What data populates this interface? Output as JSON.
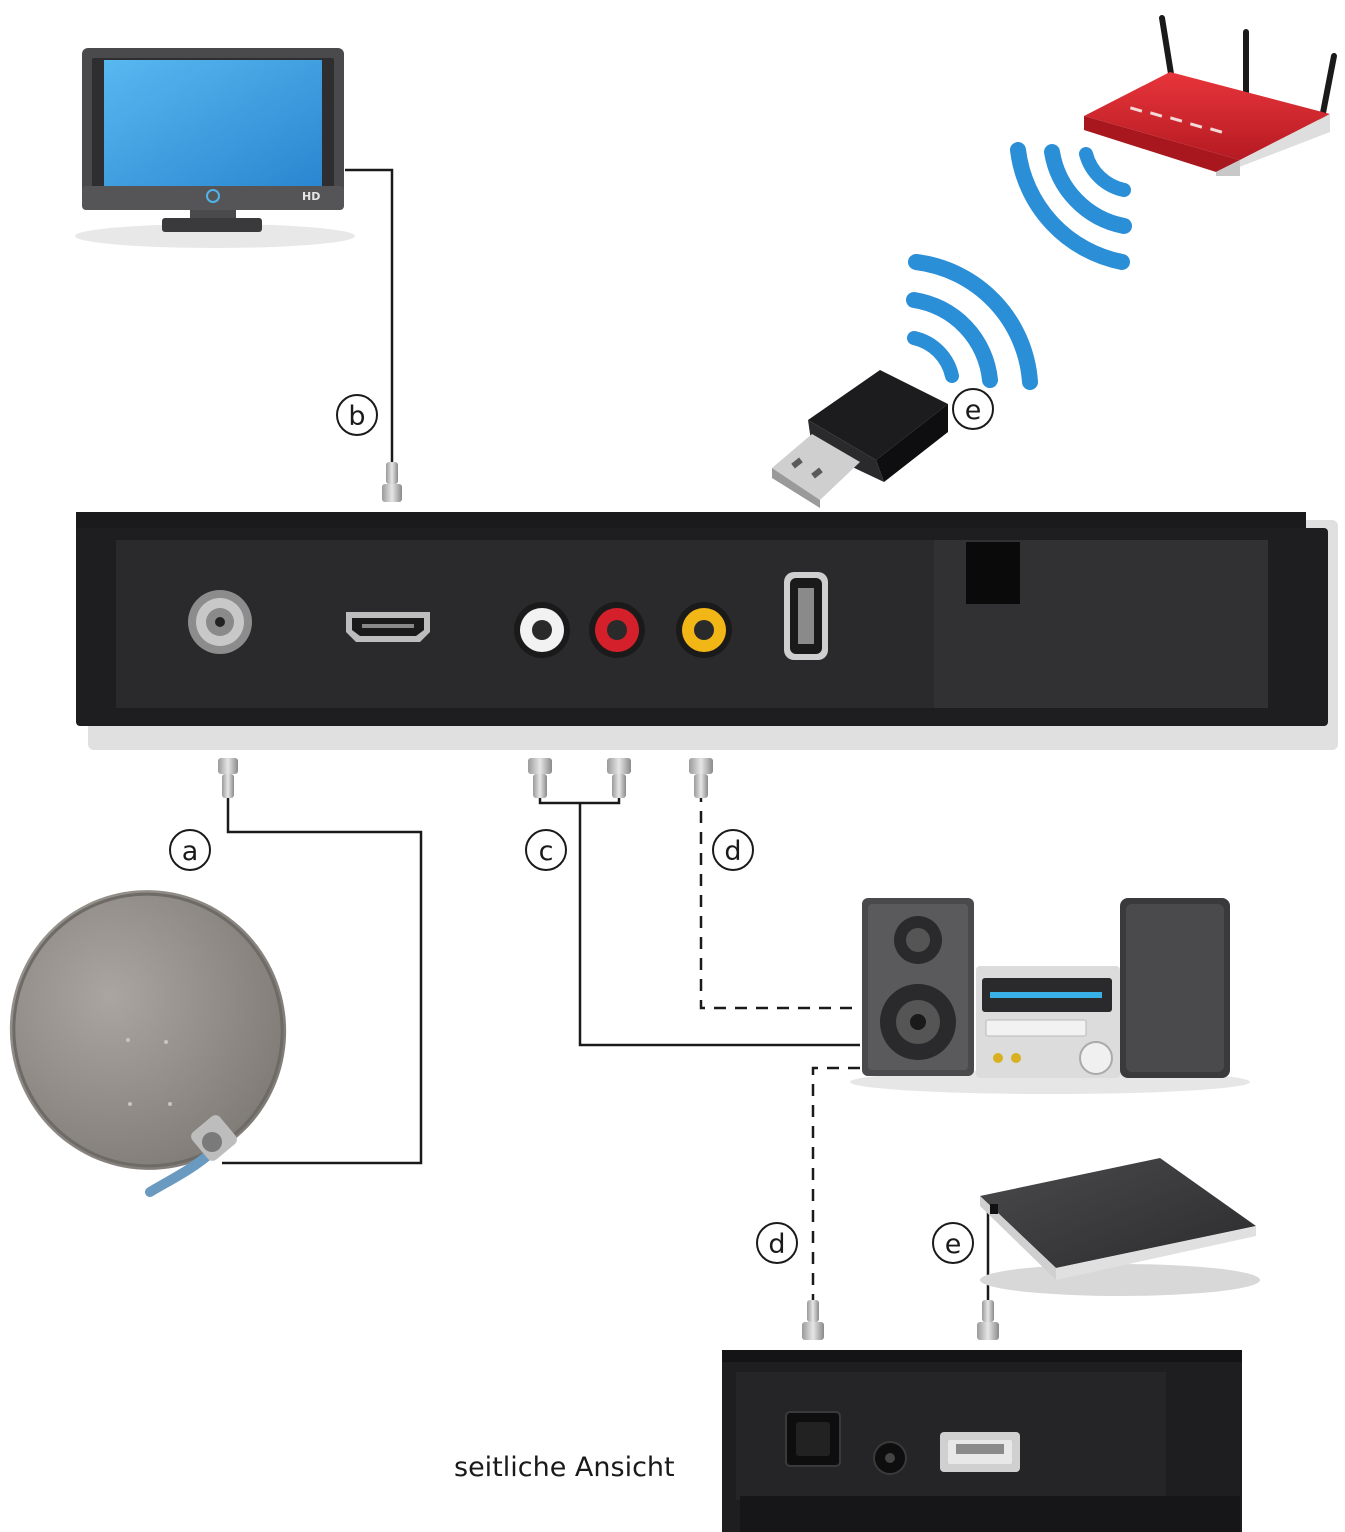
{
  "callouts": {
    "a": "a",
    "b": "b",
    "c": "c",
    "d_top": "d",
    "d_bottom": "d",
    "e_top": "e",
    "e_bottom": "e"
  },
  "tv": {
    "badge": "HD"
  },
  "caption": "seitliche Ansicht",
  "colors": {
    "device_black": "#1c1c1e",
    "tv_screen": "#3aa0e0",
    "wifi_blue": "#2b8fd8",
    "router_red": "#d8242c",
    "dish_grey": "#9a9590",
    "cable": "#1a1a1a",
    "rca_white": "#f2f2f2",
    "rca_red": "#d4202a",
    "rca_yellow": "#f2b616"
  },
  "icons": [
    "tv-icon",
    "router-icon",
    "wifi-icon",
    "usb-wifi-stick-icon",
    "receiver-icon",
    "satellite-dish-icon",
    "hifi-system-icon",
    "external-hdd-icon",
    "side-view-receiver-icon"
  ]
}
